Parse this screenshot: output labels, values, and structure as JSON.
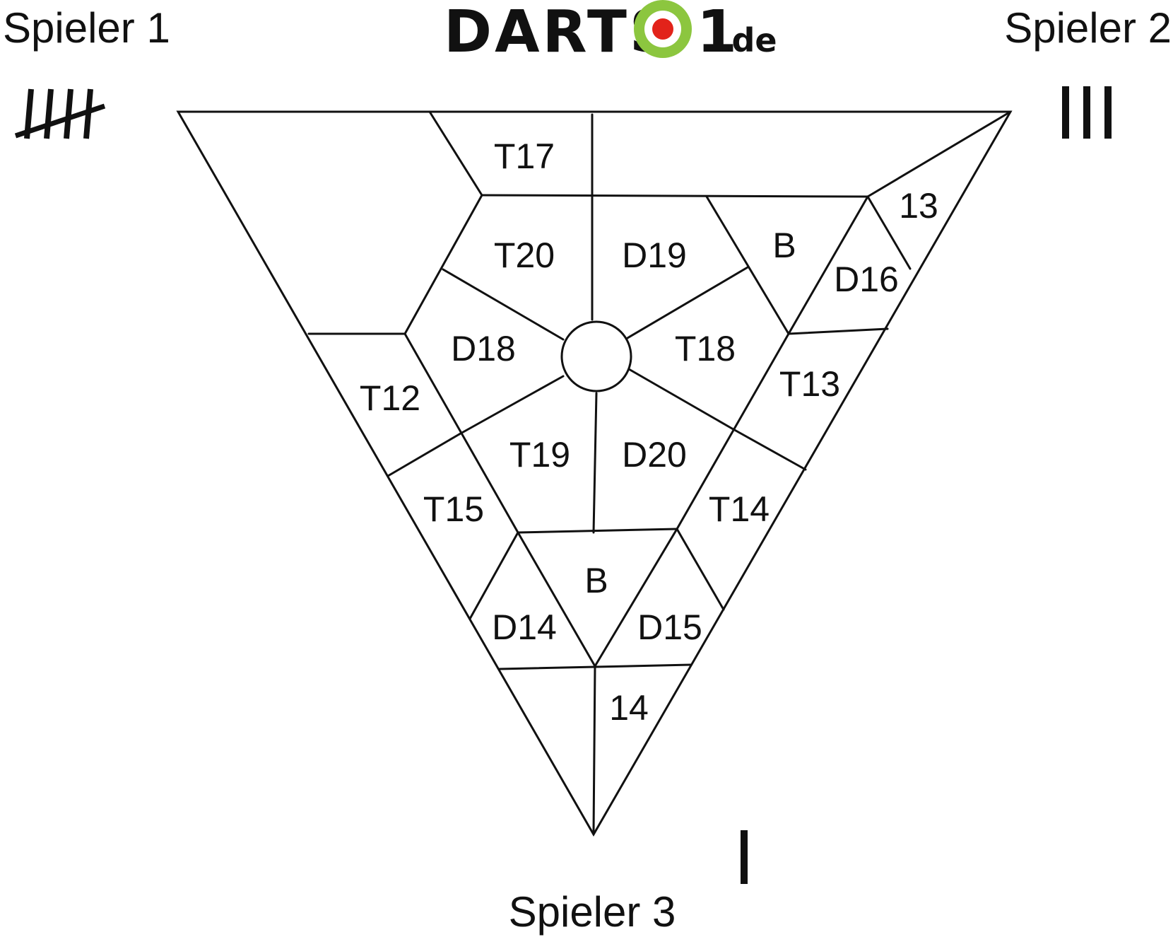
{
  "logo": {
    "text_left": "DARTS",
    "text_right": "1.de",
    "target_outer_color": "#8cc63f",
    "target_ring_color": "#ffffff",
    "target_center_color": "#e2231a"
  },
  "players": {
    "p1": {
      "label": "Spieler 1",
      "tally": 5
    },
    "p2": {
      "label": "Spieler 2",
      "tally": 3
    },
    "p3": {
      "label": "Spieler 3",
      "tally": 1
    }
  },
  "board": {
    "cells": {
      "t17": "T17",
      "t20": "T20",
      "d19": "D19",
      "b_top": "B",
      "n13": "13",
      "d16": "D16",
      "d18": "D18",
      "t18": "T18",
      "t12": "T12",
      "t13": "T13",
      "t19": "T19",
      "d20": "D20",
      "t15": "T15",
      "t14": "T14",
      "b_bottom": "B",
      "d14": "D14",
      "d15": "D15",
      "n14": "14"
    }
  }
}
